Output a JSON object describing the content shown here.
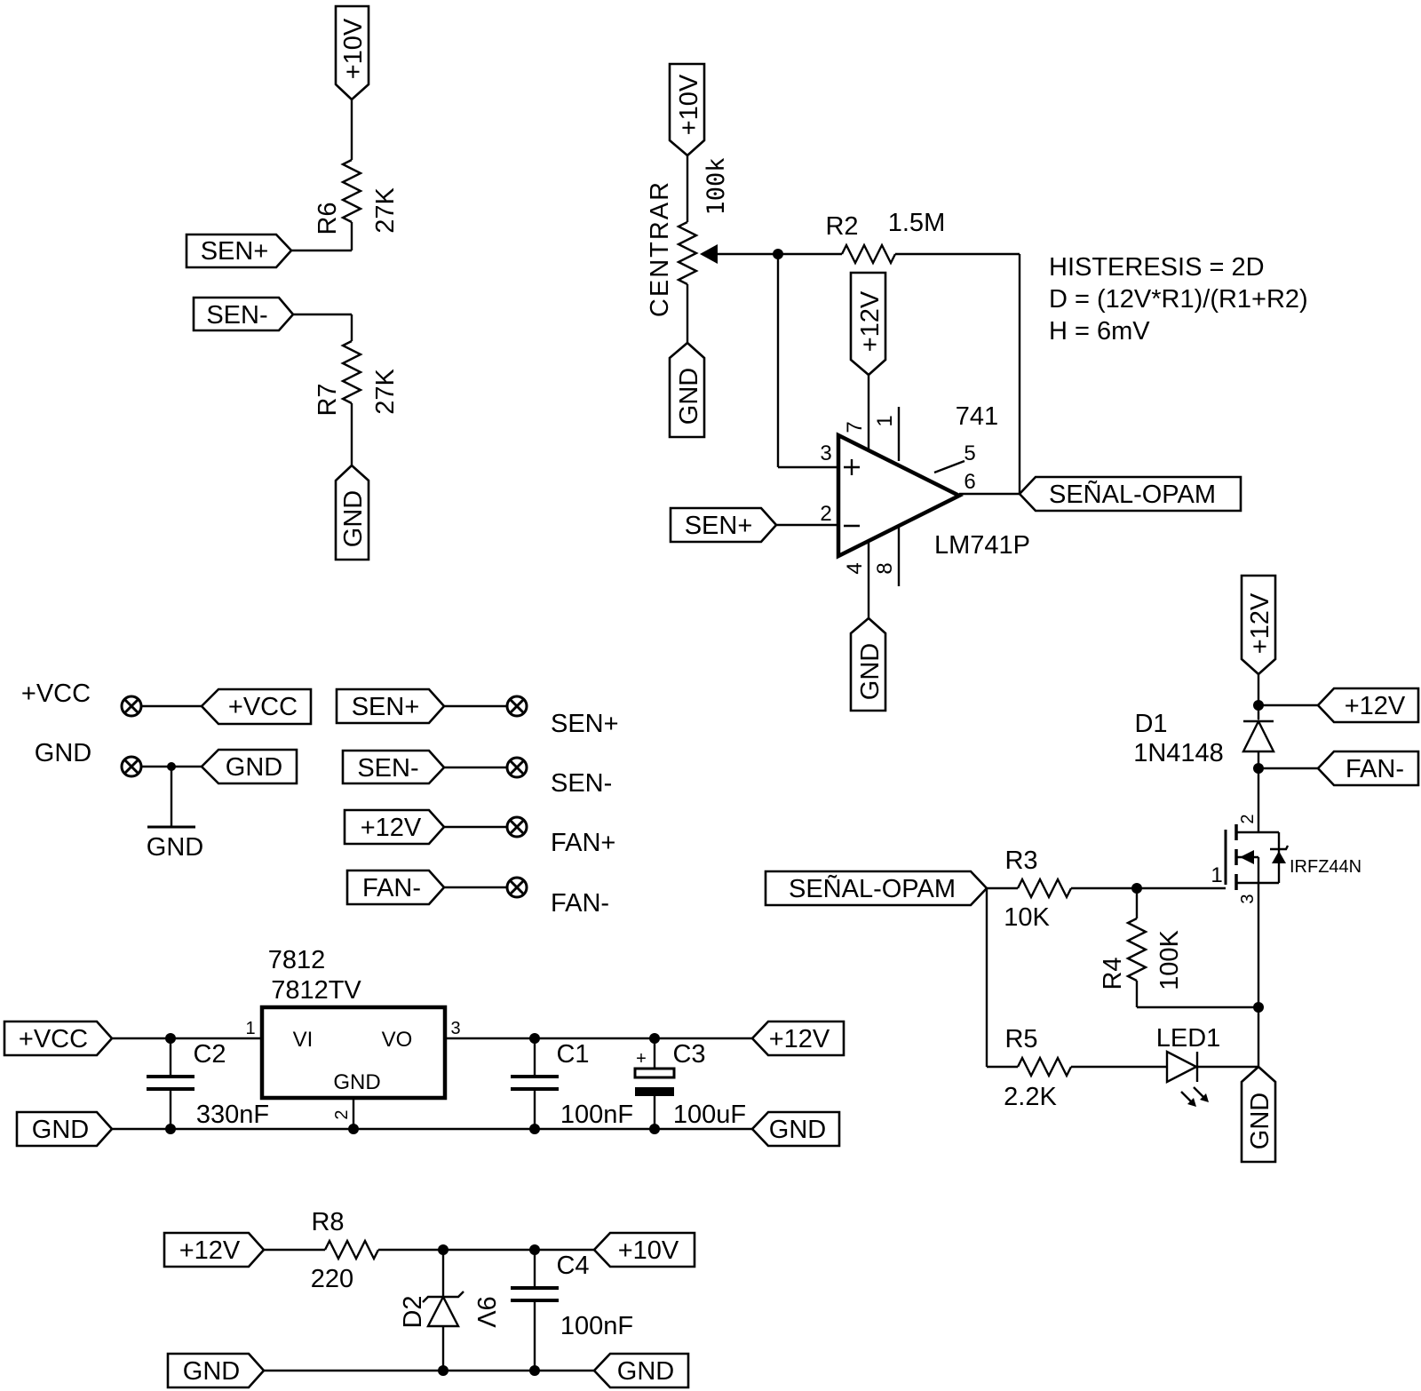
{
  "labels": {
    "plus10v": "+10V",
    "plus12v": "+12V",
    "gnd": "GND",
    "sen_plus": "SEN+",
    "sen_minus": "SEN-",
    "senal_opam": "SEÑAL-OPAM",
    "plus_vcc": "+VCC",
    "fan_minus": "FAN-"
  },
  "components": {
    "r6": {
      "ref": "R6",
      "value": "27K"
    },
    "r7": {
      "ref": "R7",
      "value": "27K"
    },
    "pot": {
      "ref": "CENTRAR",
      "value": "100k"
    },
    "r2": {
      "ref": "R2",
      "value": "1.5M"
    },
    "opamp": {
      "ref": "741",
      "value": "LM741P",
      "pins": [
        "7",
        "1",
        "3",
        "5",
        "6",
        "2",
        "4",
        "8"
      ]
    },
    "r3": {
      "ref": "R3",
      "value": "10K"
    },
    "r4": {
      "ref": "R4",
      "value": "100K"
    },
    "r5": {
      "ref": "R5",
      "value": "2.2K"
    },
    "led1": {
      "ref": "LED1"
    },
    "d1": {
      "ref": "D1",
      "value": "1N4148"
    },
    "q1": {
      "value": "IRFZ44N",
      "pins": [
        "2",
        "1",
        "3"
      ]
    },
    "reg": {
      "ref": "7812",
      "value": "7812TV",
      "vi": "VI",
      "vo": "VO",
      "gnd": "GND",
      "pins": [
        "1",
        "3",
        "2"
      ]
    },
    "c2": {
      "ref": "C2",
      "value": "330nF"
    },
    "c1": {
      "ref": "C1",
      "value": "100nF"
    },
    "c3": {
      "ref": "C3",
      "value": "100uF",
      "polarity": "+"
    },
    "r8": {
      "ref": "R8",
      "value": "220"
    },
    "d2": {
      "ref": "D2",
      "value": "9V"
    },
    "c4": {
      "ref": "C4",
      "value": "100nF"
    }
  },
  "notes": {
    "line1": "HISTERESIS = 2D",
    "line2": "D = (12V*R1)/(R1+R2)",
    "line3": "H = 6mV"
  },
  "connectors": {
    "vcc": "+VCC",
    "gnd": "GND",
    "gnd_symbol": "GND",
    "sen_plus": "SEN+",
    "sen_minus": "SEN-",
    "fan_plus": "FAN+",
    "fan_minus": "FAN-"
  }
}
